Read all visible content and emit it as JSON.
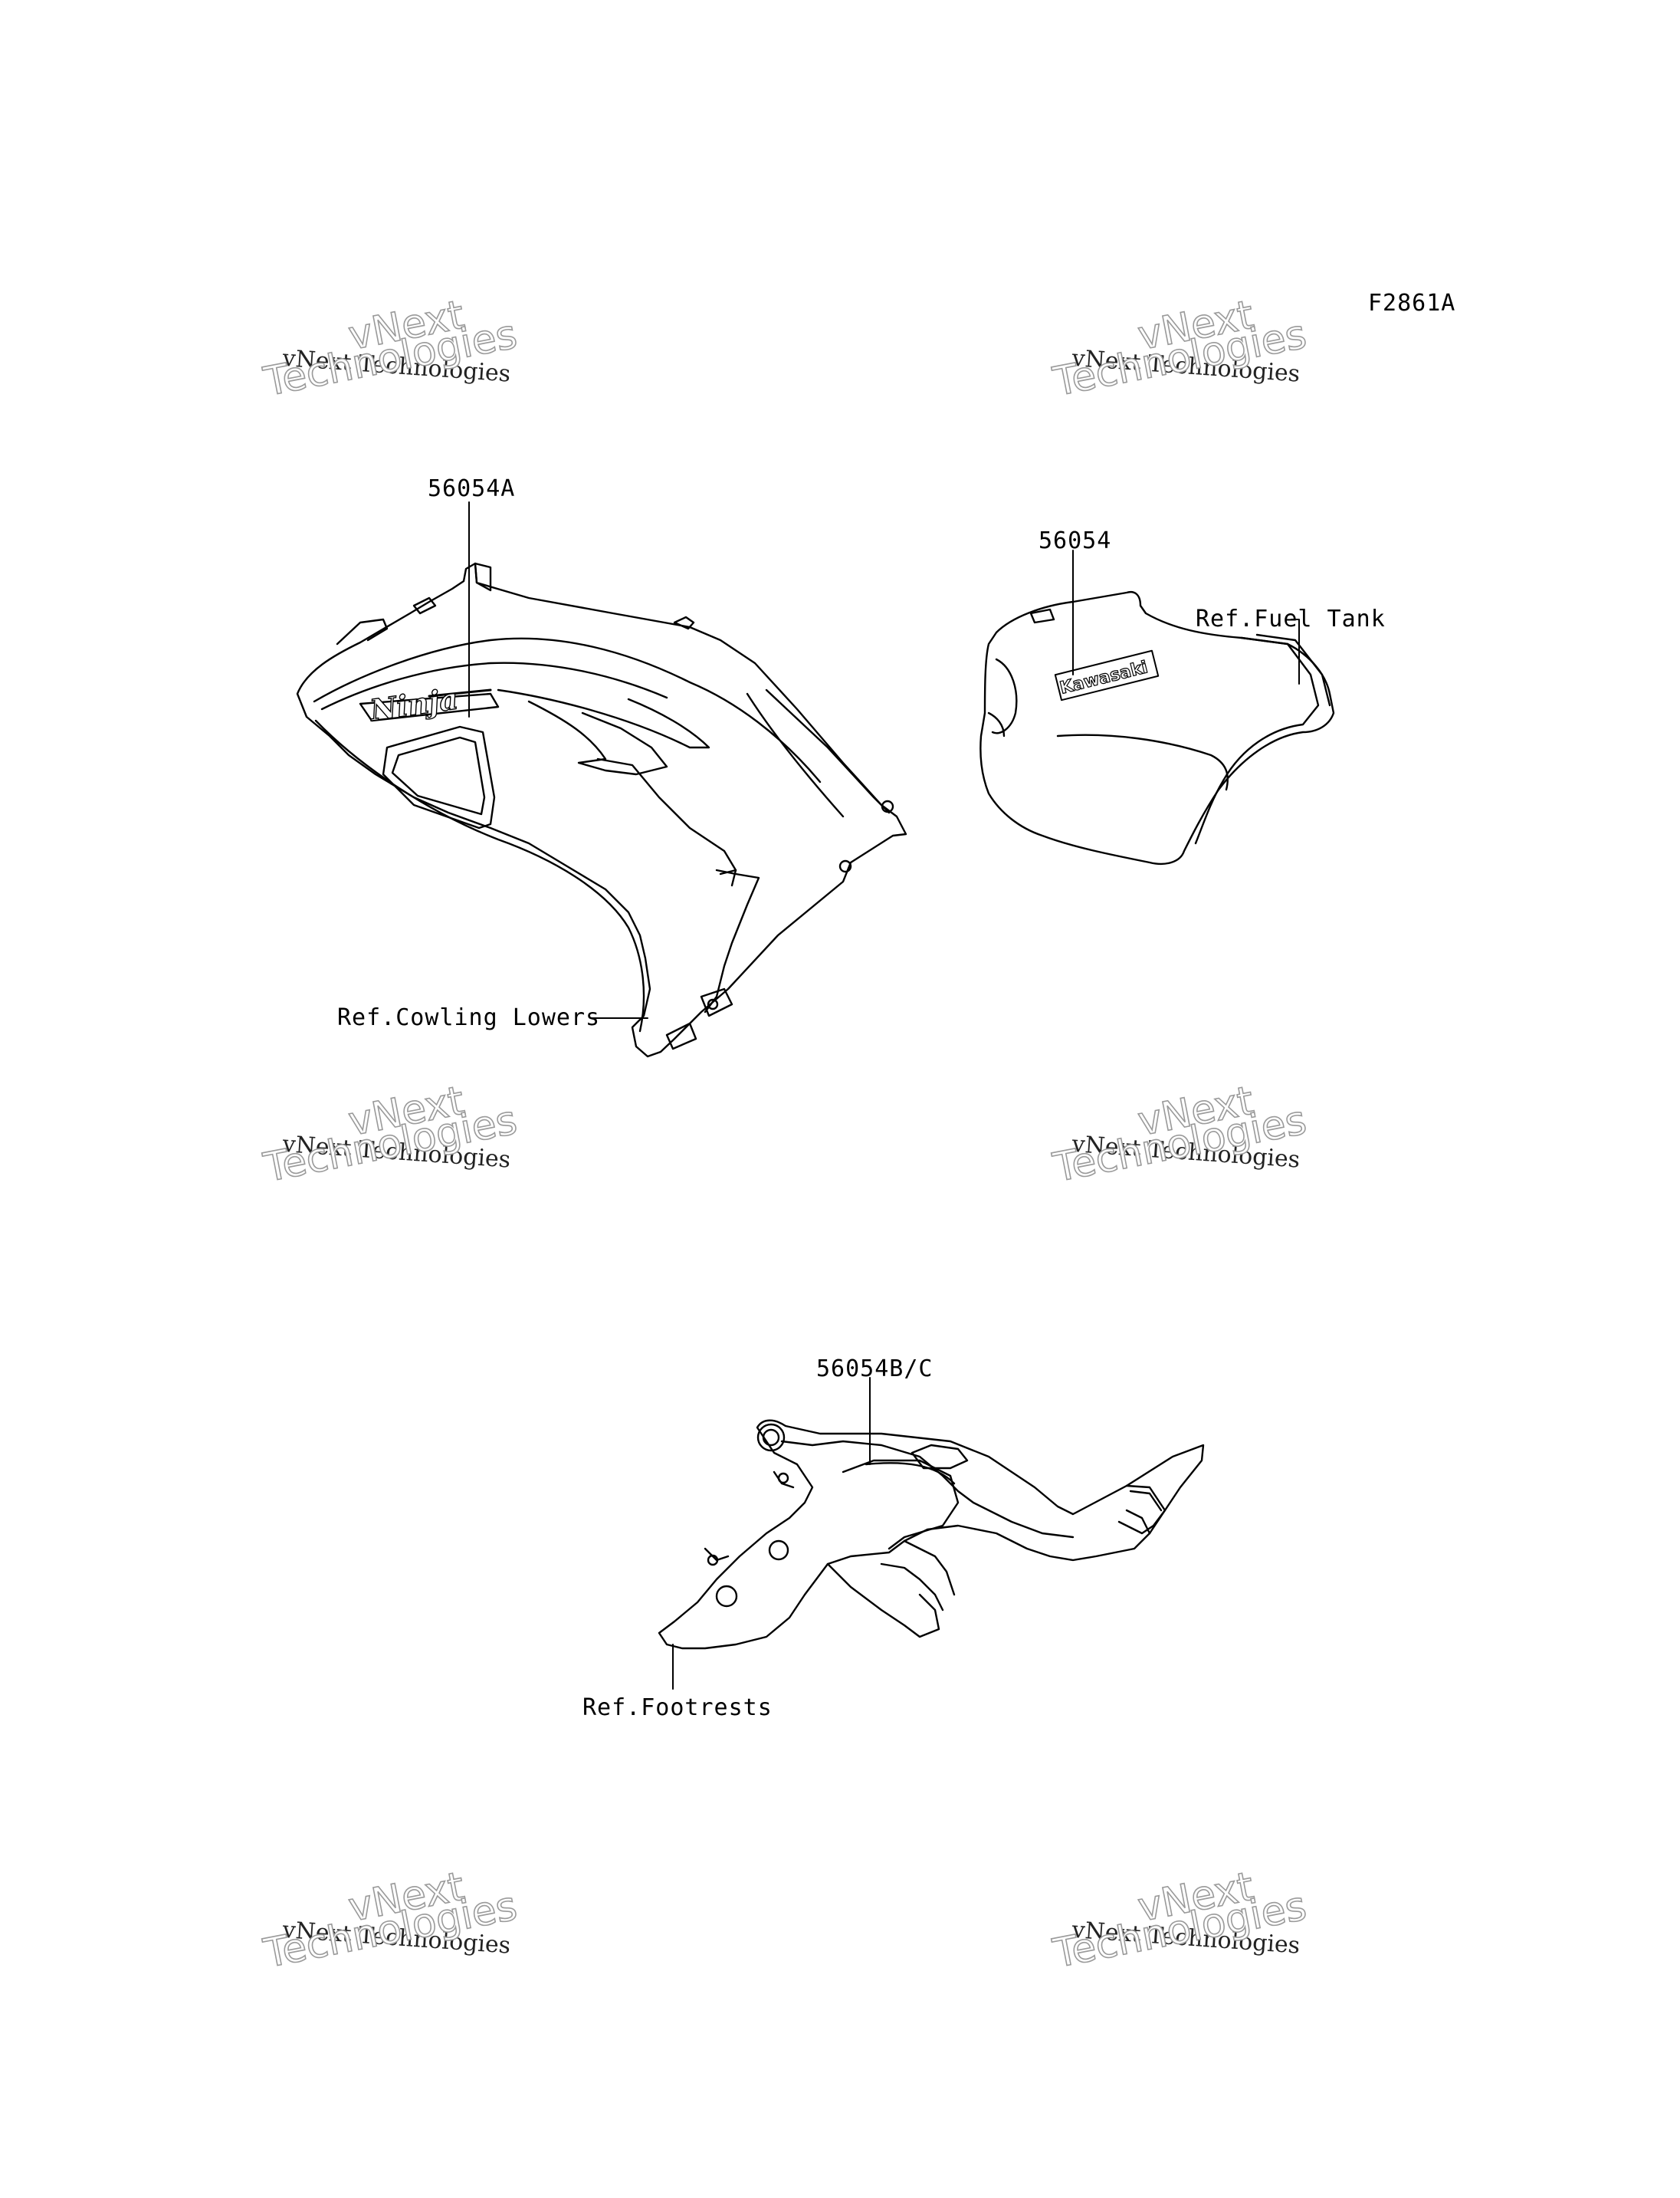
{
  "figure_id": "F2861A",
  "callouts": {
    "c1": "56054A",
    "c2": "56054",
    "c3": "56054B/C"
  },
  "references": {
    "fuel_tank": "Ref.Fuel Tank",
    "cowling_lowers": "Ref.Cowling Lowers",
    "footrests": "Ref.Footrests"
  },
  "decal_text": {
    "ninja": "Ninja",
    "kawasaki": "Kawasaki"
  },
  "watermark": {
    "line_small": "vNext Technologies",
    "line_big_1": "vNext",
    "line_big_2": "Technologies"
  }
}
